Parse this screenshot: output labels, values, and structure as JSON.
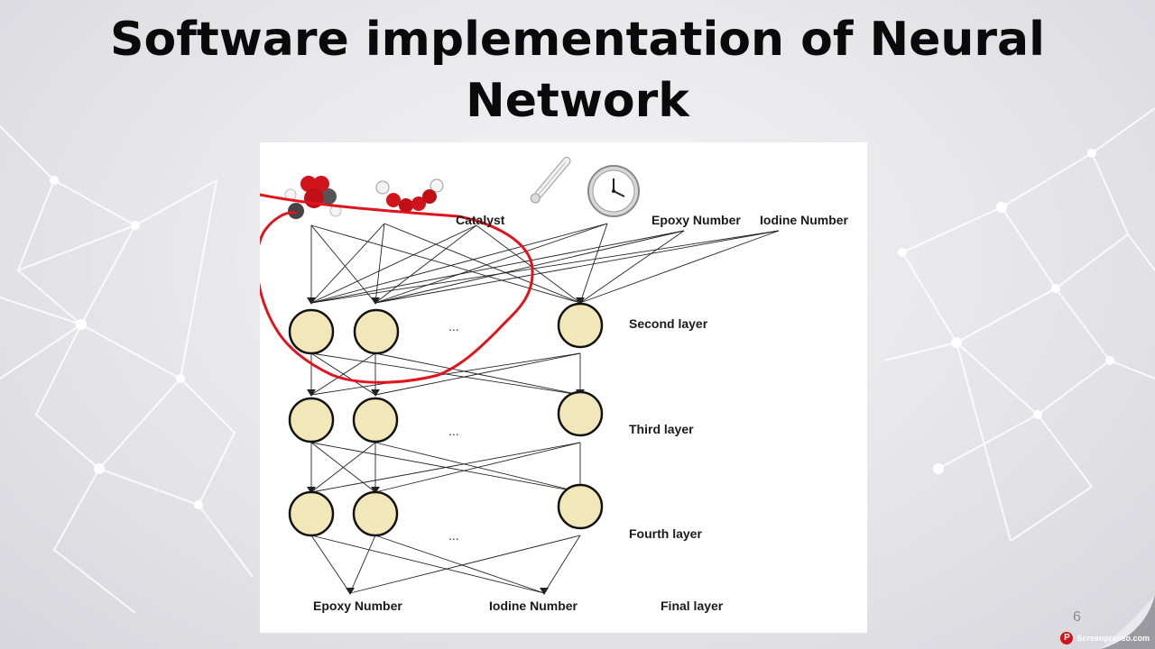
{
  "slide": {
    "title_line1": "Software implementation of Neural",
    "title_line2": "Network",
    "slide_number": "6"
  },
  "diagram": {
    "inputs": {
      "catalyst": "Catalyst",
      "epoxy": "Epoxy Number",
      "iodine": "Iodine Number"
    },
    "layers": {
      "second": "Second layer",
      "third": "Third layer",
      "fourth": "Fourth layer",
      "final": "Final layer"
    },
    "outputs": {
      "epoxy": "Epoxy Number",
      "iodine": "Iodine Number"
    },
    "ellipsis": "...",
    "icons": [
      "molecule-icon",
      "molecule-icon",
      "thermometer-icon",
      "clock-icon"
    ],
    "colors": {
      "node_fill": "#f1e7b8",
      "annotation": "#e0141e"
    }
  },
  "watermark": {
    "text": "Screenpresso.com"
  }
}
